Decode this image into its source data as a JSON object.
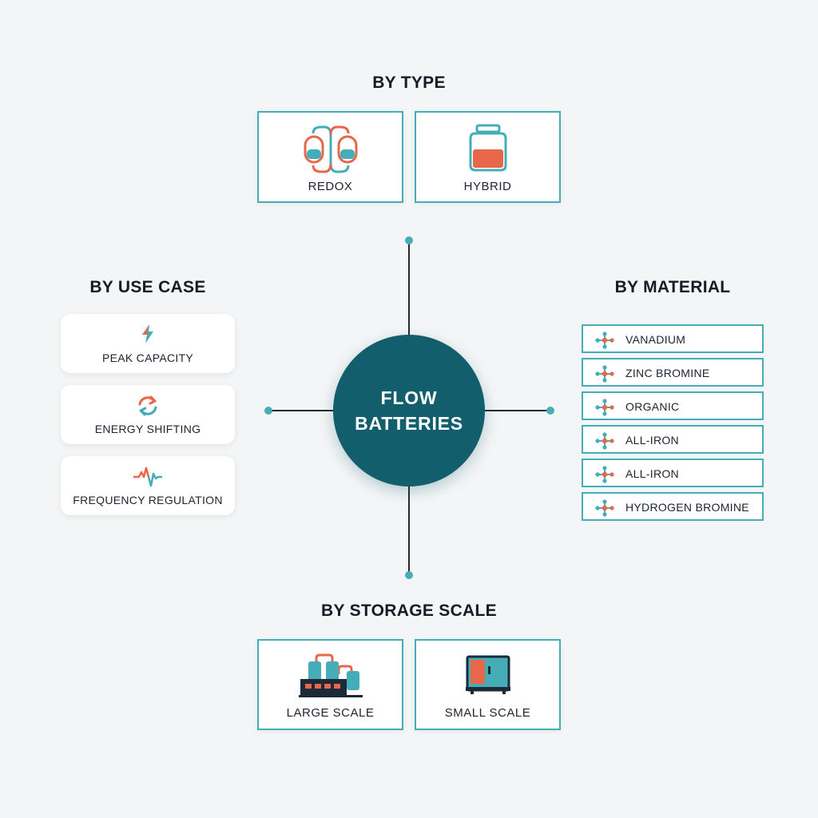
{
  "center": {
    "label": "FLOW BATTERIES"
  },
  "by_type": {
    "heading": "BY TYPE",
    "items": [
      {
        "label": "REDOX",
        "icon": "redox-tanks-icon"
      },
      {
        "label": "HYBRID",
        "icon": "jar-icon"
      }
    ]
  },
  "by_use_case": {
    "heading": "BY USE CASE",
    "items": [
      {
        "label": "PEAK CAPACITY",
        "icon": "lightning-icon"
      },
      {
        "label": "ENERGY SHIFTING",
        "icon": "cycle-arrows-icon"
      },
      {
        "label": "FREQUENCY REGULATION",
        "icon": "waveform-icon"
      }
    ]
  },
  "by_material": {
    "heading": "BY MATERIAL",
    "items": [
      {
        "label": "VANADIUM",
        "icon": "molecule-icon"
      },
      {
        "label": "ZINC BROMINE",
        "icon": "molecule-icon"
      },
      {
        "label": "ORGANIC",
        "icon": "molecule-icon"
      },
      {
        "label": "ALL-IRON",
        "icon": "molecule-icon"
      },
      {
        "label": "ALL-IRON",
        "icon": "molecule-icon"
      },
      {
        "label": "HYDROGEN BROMINE",
        "icon": "molecule-icon"
      }
    ]
  },
  "by_storage_scale": {
    "heading": "BY STORAGE SCALE",
    "items": [
      {
        "label": "LARGE SCALE",
        "icon": "industrial-plant-icon"
      },
      {
        "label": "SMALL SCALE",
        "icon": "cabinet-icon"
      }
    ]
  },
  "colors": {
    "primary_teal": "#135e6c",
    "accent_teal": "#45adb7",
    "accent_orange": "#e8664a",
    "text_dark": "#151c26",
    "background": "#f4f5f6"
  }
}
